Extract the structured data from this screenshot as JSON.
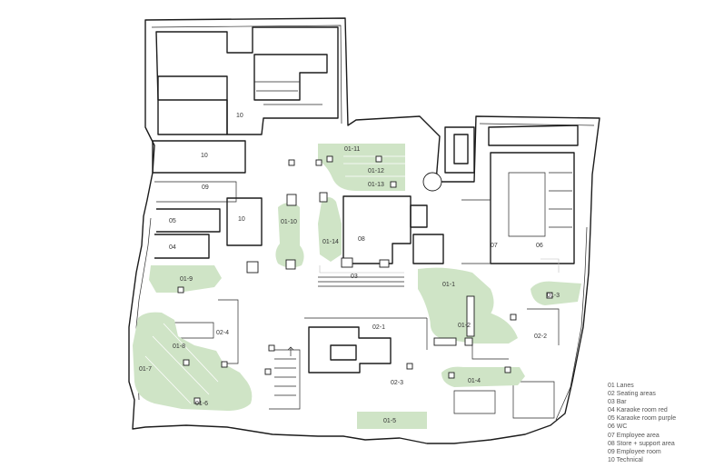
{
  "plan": {
    "zones": {
      "l01_1": "01-1",
      "l01_2": "01-2",
      "l01_3": "01-3",
      "l01_4": "01-4",
      "l01_5": "01-5",
      "l01_6": "01-6",
      "l01_7": "01-7",
      "l01_8": "01-8",
      "l01_9": "01-9",
      "l01_10": "01-10",
      "l01_11": "01-11",
      "l01_12": "01-12",
      "l01_13": "01-13",
      "l01_14": "01-14",
      "l02_1": "02-1",
      "l02_2": "02-2",
      "l02_3": "02-3",
      "l02_4": "02-4",
      "r03": "03",
      "r04": "04",
      "r05": "05",
      "r07": "07",
      "r06": "06",
      "r08": "08",
      "r09": "09",
      "r10_top": "10",
      "r10_left": "10",
      "r10_mid": "10"
    }
  },
  "legend": {
    "items": [
      "01 Lanes",
      "02 Seating areas",
      "03 Bar",
      "04 Karaoke room red",
      "05 Karaoke room purple",
      "06 WC",
      "07 Employee area",
      "08 Store + support area",
      "09 Employee room",
      "10 Technical"
    ]
  }
}
